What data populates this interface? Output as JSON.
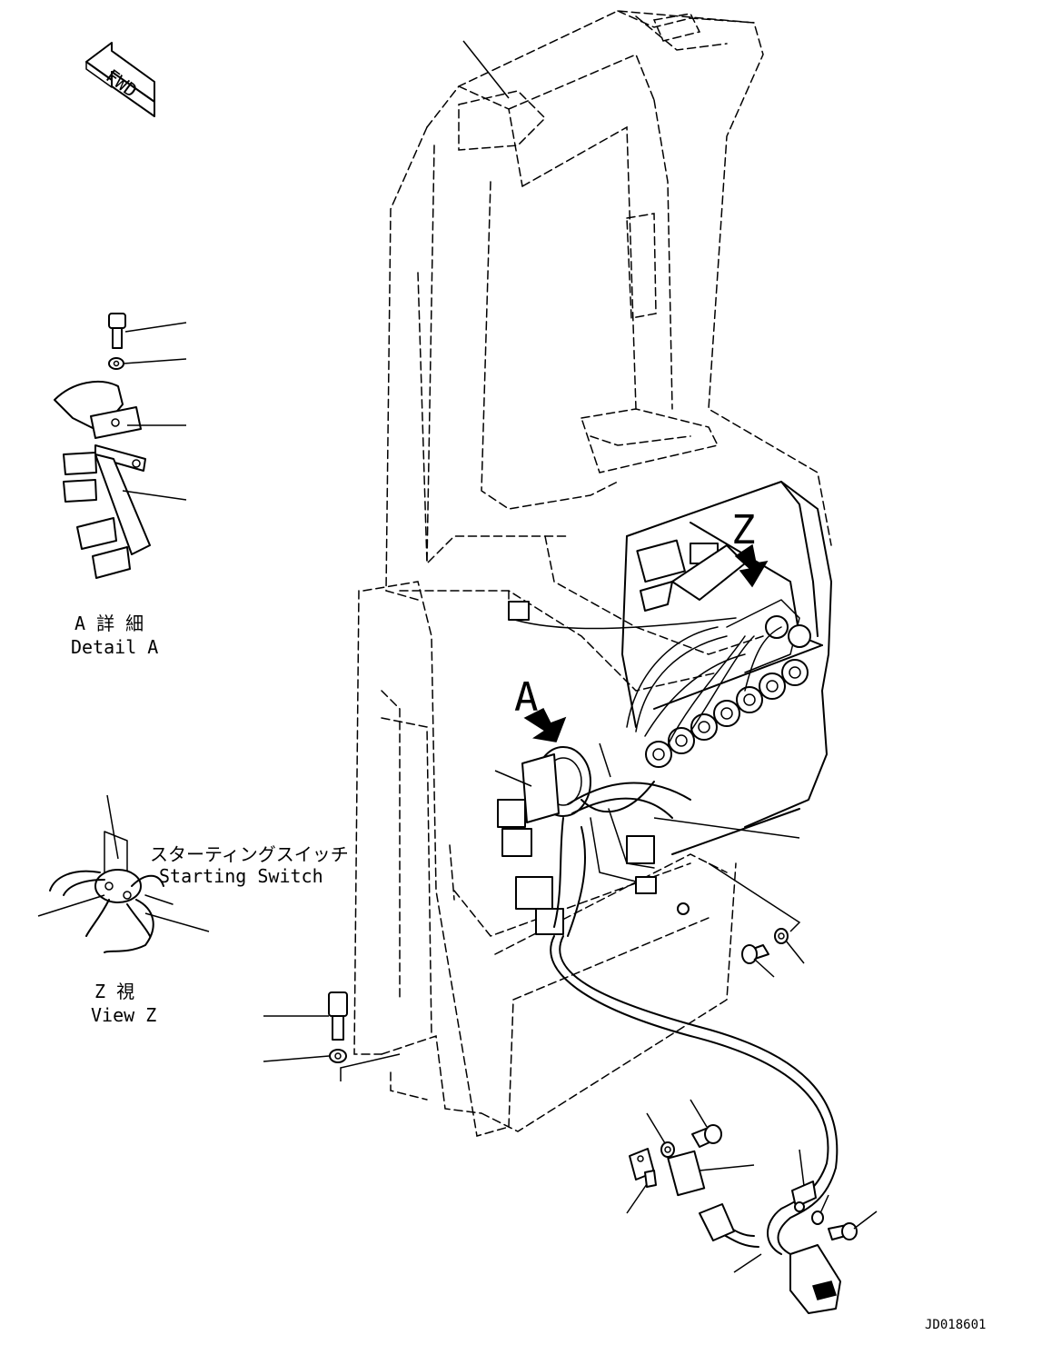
{
  "fwd_arrow": {
    "label": "FWD"
  },
  "callouts": {
    "detail_a_letter": "A",
    "view_z_letter": "Z"
  },
  "labels": {
    "detail_a_jp": "A 詳 細",
    "detail_a_en": "Detail A",
    "starting_switch_jp": "スターティングスイッチ",
    "starting_switch_en": "Starting Switch",
    "view_z_jp": "Z   視",
    "view_z_en": "View Z"
  },
  "drawing_id": "JD018601"
}
